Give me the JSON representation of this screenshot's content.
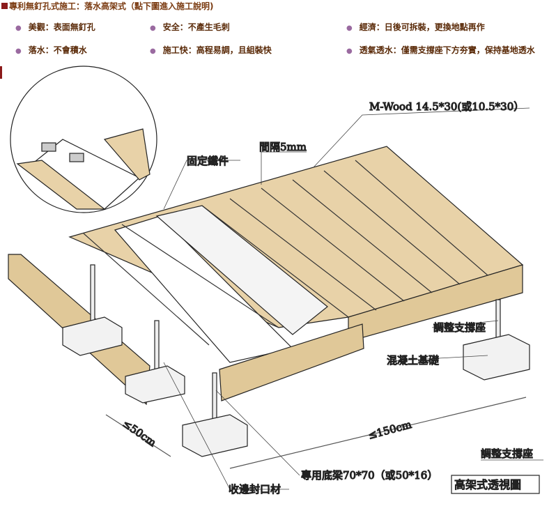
{
  "title": "專利無釘孔式施工：落水高架式（點下圖進入施工說明)",
  "features": [
    "美觀：表面無釘孔",
    "安全：不產生毛刺",
    "經濟：日後可拆裝，更換地點再作",
    "落水：不會積水",
    "施工快：高程易調，且組裝快",
    "透氣透水：僅需支撐座下方夯實，保持基地透水"
  ],
  "diagram": {
    "board_label": "M-Wood 14.5*30(或10.5*30）",
    "gap_label": "間隔5mm",
    "fixing_label": "固定鐵件",
    "support_label": "調整支撐座",
    "concrete_label": "混凝土基礎",
    "spacing_50": "≤50cm",
    "spacing_150": "≤150cm",
    "support_label2": "調整支撐座",
    "joist_label": "專用底梁70*70（或50*16）",
    "edge_label": "收邊封口材",
    "view_label": "高架式透視圖"
  },
  "colors": {
    "wood": "#e8d2a8",
    "title": "#7a3a10"
  }
}
